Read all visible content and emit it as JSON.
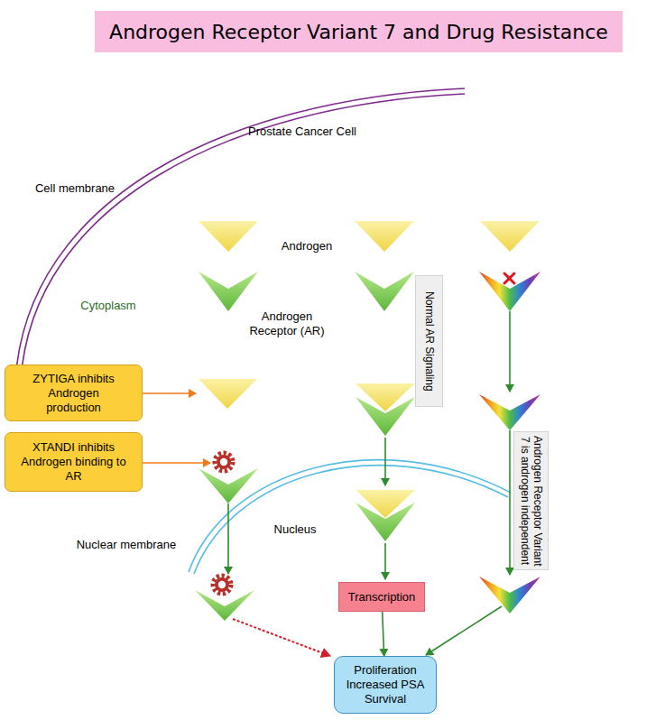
{
  "diagram": {
    "title": "Androgen Receptor Variant 7 and Drug Resistance",
    "nodes": [
      {
        "text": [
          "Normal AR Signaling"
        ]
      },
      {
        "text": [
          "ZYTIGA inhibits Androgen production"
        ]
      },
      {
        "text": [
          "XTANDI inhibits Androgen binding to AR"
        ]
      },
      {
        "text": [
          "Androgen Receptor Variant 7 is androgen independent"
        ]
      },
      {
        "text": [
          "Transcription"
        ]
      },
      {
        "text": [
          "Proliferation Increased PSA Survival"
        ]
      }
    ],
    "edges": [
      {
        "from": 4,
        "to": 5,
        "arrow": "to"
      }
    ],
    "labels": [
      "Prostate Cancer Cell",
      "Cell membrane",
      "Androgen",
      "Cytoplasm",
      "Androgen Receptor (AR)",
      "Nucleus",
      "Nuclear membrane"
    ]
  }
}
